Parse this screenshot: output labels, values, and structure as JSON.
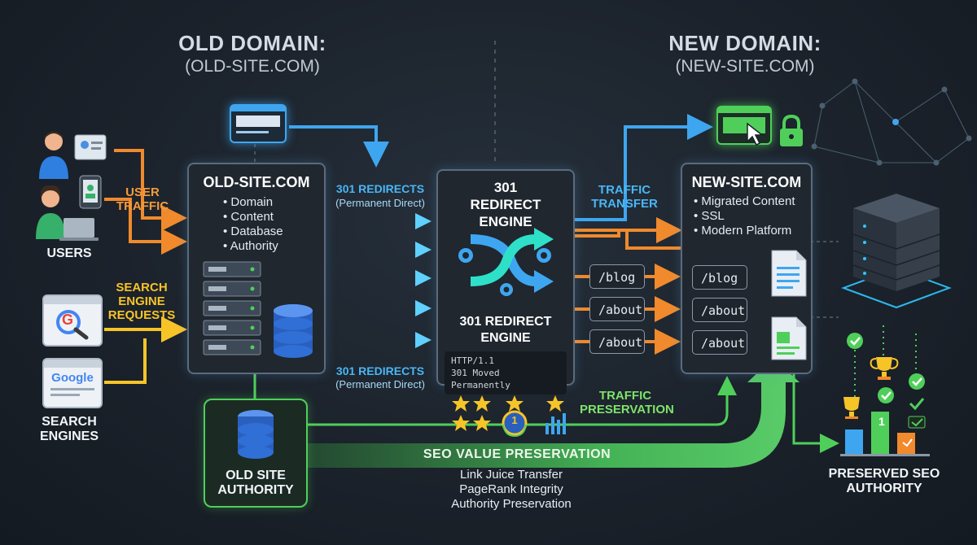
{
  "header": {
    "old_title": "OLD DOMAIN:",
    "old_subtitle": "(OLD-SITE.COM)",
    "new_title": "NEW DOMAIN:",
    "new_subtitle": "(NEW-SITE.COM)"
  },
  "left": {
    "user_traffic": "USER TRAFFIC",
    "users": "USERS",
    "search_requests": "SEARCH ENGINE REQUESTS",
    "search_engines": "SEARCH ENGINES",
    "google_text": "Google",
    "g_letter": "G"
  },
  "old_site": {
    "title": "OLD-SITE.COM",
    "items": [
      "Domain",
      "Content",
      "Database",
      "Authority"
    ]
  },
  "redirects": {
    "top_label": "301 REDIRECTS",
    "top_sub": "(Permanent Direct)",
    "bottom_label": "301 REDIRECTS",
    "bottom_sub": "(Permanent Direct)"
  },
  "engine": {
    "title": "301 REDIRECT ENGINE",
    "subtitle": "301 REDIRECT ENGINE",
    "code_line1": "HTTP/1.1",
    "code_line2": "301 Moved Permanently"
  },
  "traffic_transfer": "TRAFFIC TRANSFER",
  "paths": [
    "/blog",
    "/about",
    "/about"
  ],
  "new_site": {
    "title": "NEW-SITE.COM",
    "items": [
      "Migrated Content",
      "SSL",
      "Modern Platform"
    ],
    "paths": [
      "/blog",
      "/about",
      "/about"
    ]
  },
  "authority": {
    "old_label": "OLD SITE AUTHORITY",
    "seo_banner": "SEO VALUE PRESERVATION",
    "benefits": [
      "Link Juice Transfer",
      "PageRank Integrity",
      "Authority Preservation"
    ],
    "traffic_preservation": "TRAFFIC PRESERVATION",
    "medal_number": "1",
    "preserved": "PRESERVED SEO AUTHORITY",
    "chart_number": "1"
  },
  "colors": {
    "orange": "#f08a2c",
    "yellow": "#f7c428",
    "blue": "#3ea6f0",
    "green": "#4fcf5a",
    "teal": "#2ee0c8"
  }
}
